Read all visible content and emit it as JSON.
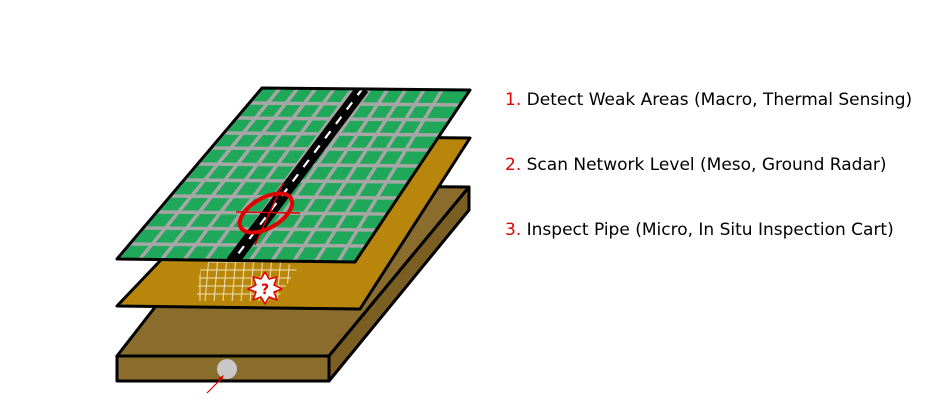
{
  "colors": {
    "grid_green": "#1fa85a",
    "grid_lines": "#a6a6a6",
    "soil_gold": "#b8860b",
    "ground_brown": "#8a6d2d",
    "marker_red": "#e00000",
    "pipe_gray": "#c8c8c8"
  },
  "layers": [
    {
      "name": "thermal-sensing-layer",
      "icon": "weak-area-circle-icon"
    },
    {
      "name": "ground-radar-layer",
      "icon": "unknown-burst-icon",
      "icon_text": "?"
    },
    {
      "name": "pipe-ground-block",
      "icon": "pipe-cross-section-icon"
    }
  ],
  "steps": [
    {
      "number": "1.",
      "text": "Detect Weak Areas (Macro, Thermal Sensing)"
    },
    {
      "number": "2.",
      "text": "Scan Network Level (Meso, Ground Radar)"
    },
    {
      "number": "3.",
      "text": "Inspect Pipe (Micro, In Situ Inspection Cart)"
    }
  ]
}
